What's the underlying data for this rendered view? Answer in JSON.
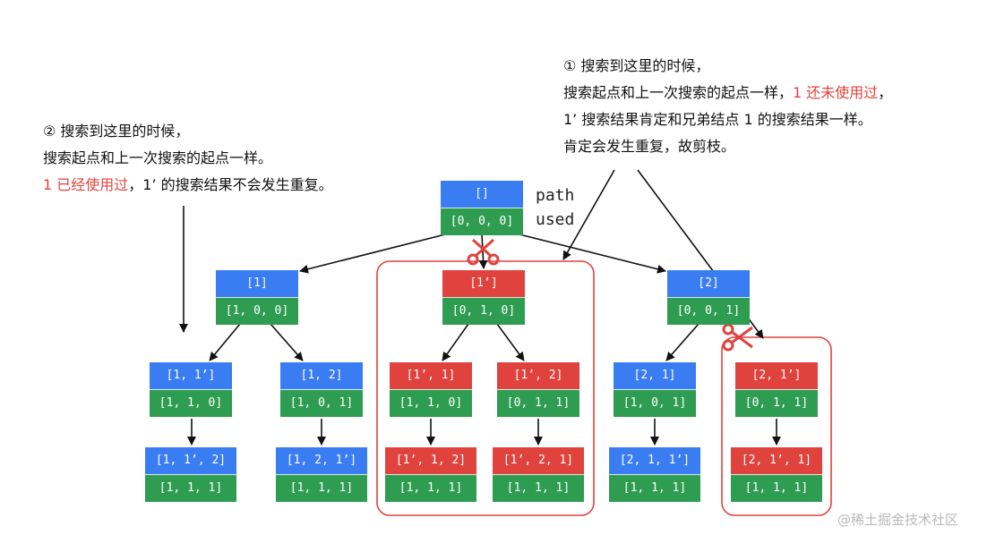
{
  "legend": {
    "path_label": "path",
    "used_label": "used"
  },
  "annotations": {
    "left": {
      "line1": "② 搜索到这里的时候，",
      "line2": "搜索起点和上一次搜索的起点一样。",
      "line3_highlight": "1 已经使用过",
      "line3_rest": "，1’ 的搜索结果不会发生重复。"
    },
    "right": {
      "line1": "① 搜索到这里的时候，",
      "line2_plain": "搜索起点和上一次搜索的起点一样，",
      "line2_highlight": "1 还未使用过",
      "line2_end": "，",
      "line3": "1’ 搜索结果肯定和兄弟结点 1 的搜索结果一样。",
      "line4": "肯定会发生重复，故剪枝。"
    }
  },
  "nodes": {
    "root": {
      "path": "[]",
      "used": "[0, 0, 0]"
    },
    "n1": {
      "path": "[1]",
      "used": "[1, 0, 0]"
    },
    "n1p": {
      "path": "[1’]",
      "used": "[0, 1, 0]"
    },
    "n2": {
      "path": "[2]",
      "used": "[0, 0, 1]"
    },
    "n1_1p": {
      "path": "[1, 1’]",
      "used": "[1, 1, 0]"
    },
    "n1_2": {
      "path": "[1, 2]",
      "used": "[1, 0, 1]"
    },
    "n1p_1": {
      "path": "[1’, 1]",
      "used": "[1, 1, 0]"
    },
    "n1p_2": {
      "path": "[1’, 2]",
      "used": "[0, 1, 1]"
    },
    "n2_1": {
      "path": "[2, 1]",
      "used": "[1, 0, 1]"
    },
    "n2_1p": {
      "path": "[2, 1’]",
      "used": "[0, 1, 1]"
    },
    "n1_1p_2": {
      "path": "[1, 1’, 2]",
      "used": "[1, 1, 1]"
    },
    "n1_2_1p": {
      "path": "[1, 2, 1’]",
      "used": "[1, 1, 1]"
    },
    "n1p_1_2": {
      "path": "[1’, 1, 2]",
      "used": "[1, 1, 1]"
    },
    "n1p_2_1": {
      "path": "[1’, 2, 1]",
      "used": "[1, 1, 1]"
    },
    "n2_1_1p": {
      "path": "[2, 1, 1’]",
      "used": "[1, 1, 1]"
    },
    "n2_1p_1": {
      "path": "[2, 1’, 1]",
      "used": "[1, 1, 1]"
    }
  },
  "colors": {
    "path_blue": "#3a7df2",
    "path_red": "#e0433d",
    "used_green": "#2f9d51",
    "prune_box": "#e0433d",
    "highlight": "#e0433d"
  },
  "icons": {
    "prune_marker": "scissors-icon"
  },
  "watermark": "@稀土掘金技术社区"
}
